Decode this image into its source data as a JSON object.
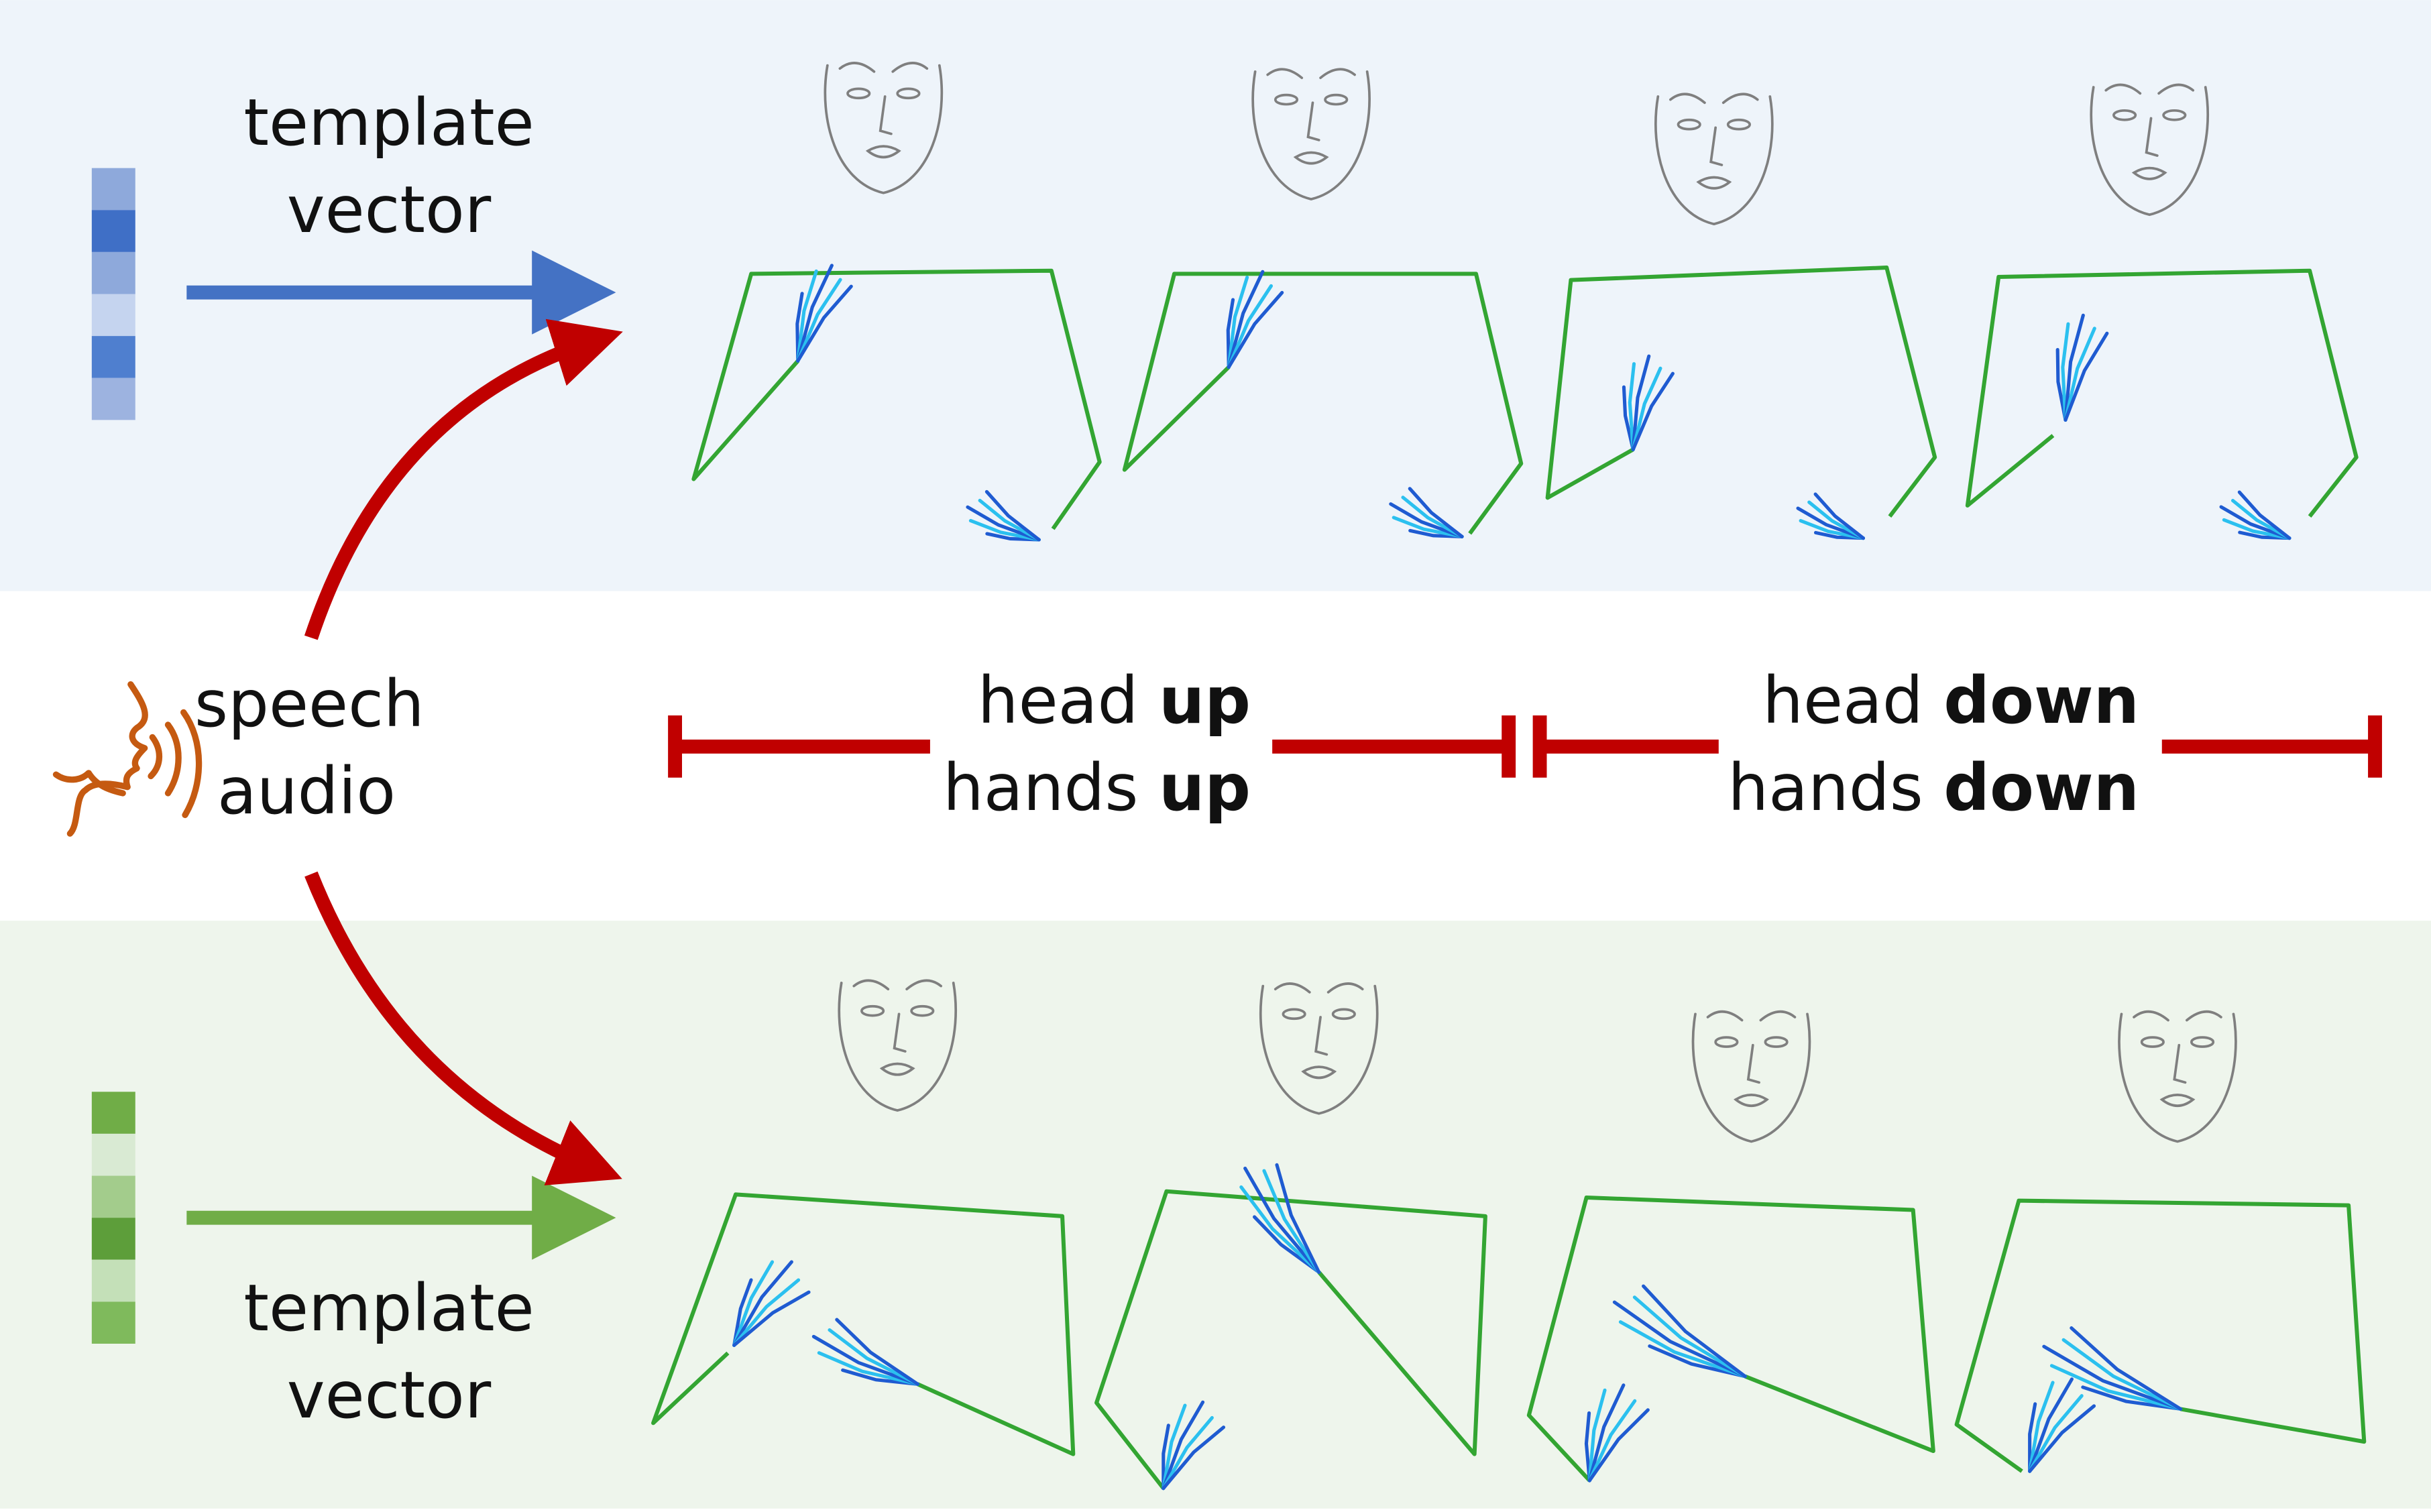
{
  "top_block": {
    "label_line1": "template",
    "label_line2": "vector",
    "color_arrow": "#4472c4",
    "background": "#eef4fa",
    "swatches": [
      "#8ea9db",
      "#3f6fc6",
      "#8ea9db",
      "#c5d4ef",
      "#4f7fcf",
      "#9db3e0"
    ]
  },
  "middle_block": {
    "speech_line1": "speech",
    "speech_line2": "audio",
    "speech_icon": "speaking-head-icon",
    "speech_icon_color": "#c55a11",
    "segment1": {
      "line1_prefix": "head ",
      "line1_bold": "up",
      "line2_prefix": "hands ",
      "line2_bold": "up"
    },
    "segment2": {
      "line1_prefix": "head ",
      "line1_bold": "down",
      "line2_prefix": "hands ",
      "line2_bold": "down"
    },
    "bracket_color": "#c00000"
  },
  "bottom_block": {
    "label_line1": "template",
    "label_line2": "vector",
    "color_arrow": "#70ad47",
    "background": "#eef5ec",
    "swatches": [
      "#70ad47",
      "#d9ead3",
      "#a3cc8c",
      "#5d9e3a",
      "#c4e0b8",
      "#7fba5c"
    ]
  },
  "figure_colors": {
    "face": "#7f7f7f",
    "body": "#33a532",
    "hand_dark": "#1f5bd1",
    "hand_light": "#2bc0ef",
    "curved_arrow": "#c00000"
  },
  "frames": {
    "top": [
      "pose-frame-1",
      "pose-frame-2",
      "pose-frame-3",
      "pose-frame-4"
    ],
    "bottom": [
      "pose-frame-1",
      "pose-frame-2",
      "pose-frame-3",
      "pose-frame-4"
    ]
  }
}
